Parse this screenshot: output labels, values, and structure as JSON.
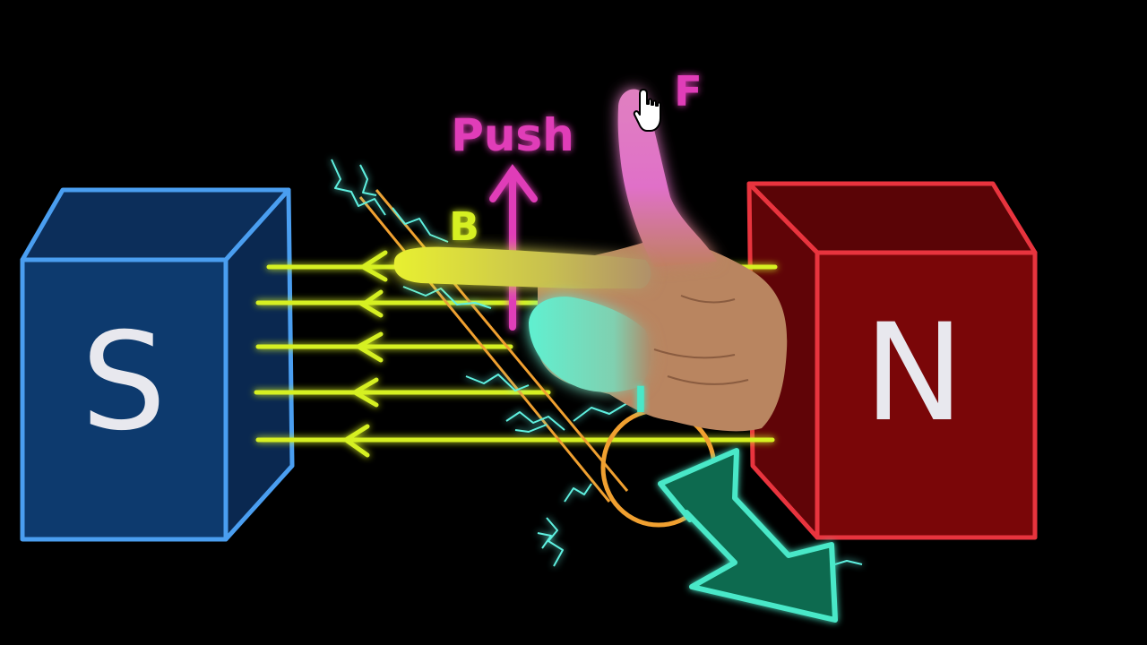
{
  "magnets": {
    "south": {
      "letter": "S",
      "color": "#0d3a6e",
      "edge_color": "#4a9ef0"
    },
    "north": {
      "letter": "N",
      "color": "#7a0608",
      "edge_color": "#e8343e"
    }
  },
  "labels": {
    "push": "Push",
    "force": "F",
    "field": "B",
    "current": "I"
  },
  "colors": {
    "field_lines": "#d6f020",
    "push_arrow": "#e03cb8",
    "wire": "#f0a030",
    "current_arrow": "#0e6b50",
    "current_arrow_edge": "#49e8c8",
    "sparks": "#5ff0e0",
    "skin": "#c08a60"
  },
  "icons": {
    "cursor": "hand-pointer-cursor-icon"
  }
}
